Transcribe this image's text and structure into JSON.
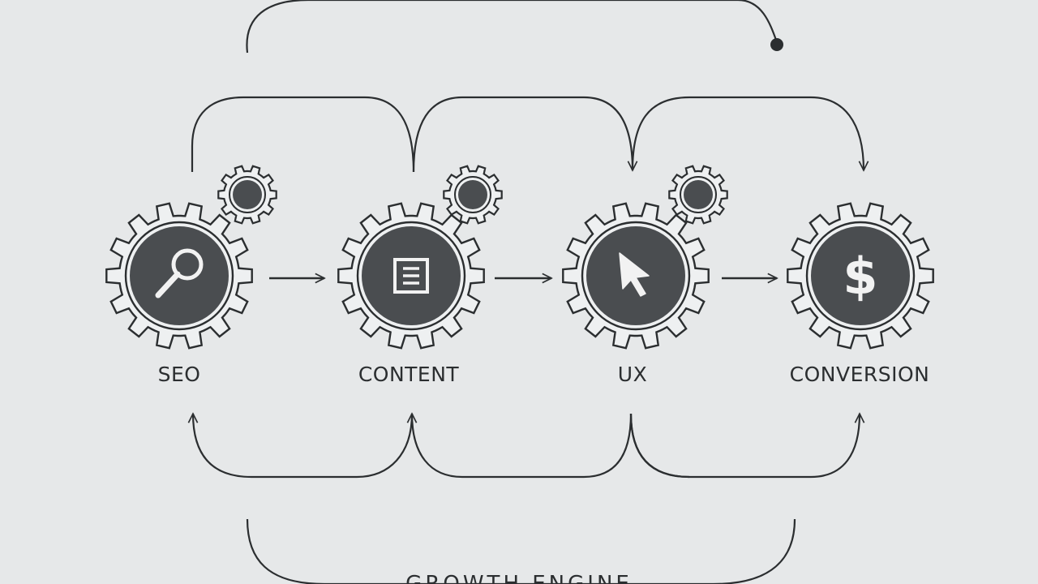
{
  "diagram": {
    "stages": [
      {
        "label": "SEO",
        "icon": "magnifier-icon"
      },
      {
        "label": "CONTENT",
        "icon": "document-icon"
      },
      {
        "label": "UX",
        "icon": "cursor-icon"
      },
      {
        "label": "CONVERSION",
        "icon": "dollar-icon"
      }
    ],
    "footer_label": "GROWTH ENGINE",
    "colors": {
      "background": "#e6e8e9",
      "line": "#2b2e30",
      "gear_fill": "#4a4d50",
      "gear_outline_fill": "#eef0f1"
    }
  }
}
